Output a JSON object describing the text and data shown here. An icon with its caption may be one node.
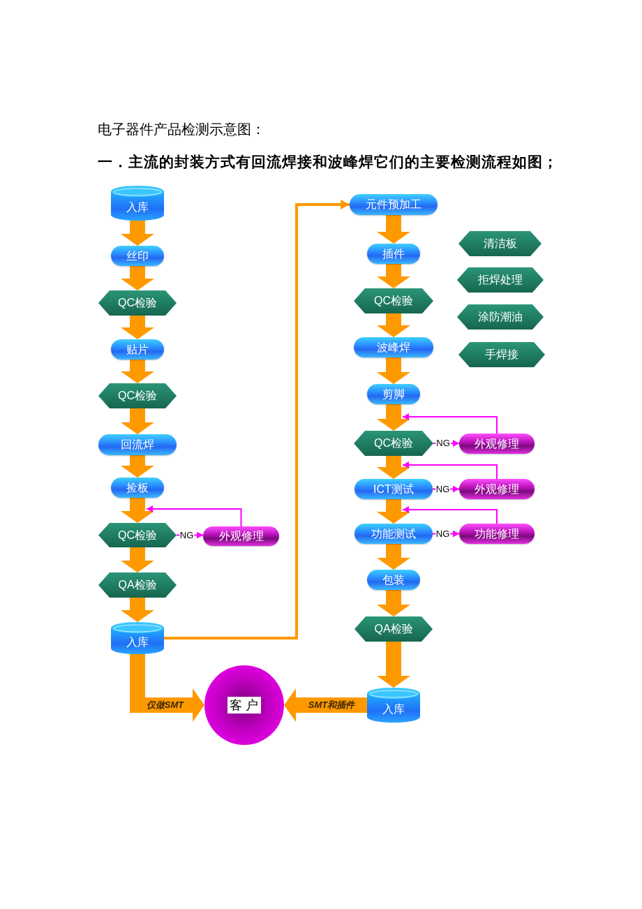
{
  "diagram": {
    "title": "电子器件产品检测示意图：",
    "nodes": [
      {
        "text": [
          "入库"
        ]
      },
      {
        "text": [
          "丝印"
        ]
      },
      {
        "text": [
          "QC检验"
        ]
      },
      {
        "text": [
          "贴片"
        ]
      },
      {
        "text": [
          "QC检验"
        ]
      },
      {
        "text": [
          "回流焊"
        ]
      },
      {
        "text": [
          "捡板"
        ]
      },
      {
        "text": [
          "QC检验"
        ]
      },
      {
        "text": [
          "外观修理"
        ]
      },
      {
        "text": [
          "QA检验"
        ]
      },
      {
        "text": [
          "入库"
        ]
      },
      {
        "text": [
          "客 户"
        ]
      },
      {
        "text": [
          "元件预加工"
        ]
      },
      {
        "text": [
          "插件"
        ]
      },
      {
        "text": [
          "QC检验"
        ]
      },
      {
        "text": [
          "波峰焊"
        ]
      },
      {
        "text": [
          "剪脚"
        ]
      },
      {
        "text": [
          "QC检验"
        ]
      },
      {
        "text": [
          "外观修理"
        ]
      },
      {
        "text": [
          "ICT测试"
        ]
      },
      {
        "text": [
          "外观修理"
        ]
      },
      {
        "text": [
          "功能测试"
        ]
      },
      {
        "text": [
          "功能修理"
        ]
      },
      {
        "text": [
          "包装"
        ]
      },
      {
        "text": [
          "QA检验"
        ]
      },
      {
        "text": [
          "入库"
        ]
      },
      {
        "text": [
          "清洁板"
        ]
      },
      {
        "text": [
          "拒焊处理"
        ]
      },
      {
        "text": [
          "涂防潮油"
        ]
      },
      {
        "text": [
          "手焊接"
        ]
      }
    ],
    "edges": [
      {
        "from": 0,
        "to": 1,
        "arrow": "to"
      },
      {
        "from": 1,
        "to": 2,
        "arrow": "to"
      },
      {
        "from": 2,
        "to": 3,
        "arrow": "to"
      },
      {
        "from": 3,
        "to": 4,
        "arrow": "to"
      },
      {
        "from": 4,
        "to": 5,
        "arrow": "to"
      },
      {
        "from": 5,
        "to": 6,
        "arrow": "to"
      },
      {
        "from": 6,
        "to": 7,
        "arrow": "to"
      },
      {
        "from": 7,
        "to": 8,
        "arrow": "to",
        "label": "NG",
        "color": "#ff00ff"
      },
      {
        "from": 8,
        "to": 7,
        "arrow": "to",
        "color": "#ff00ff"
      },
      {
        "from": 7,
        "to": 9,
        "arrow": "to"
      },
      {
        "from": 9,
        "to": 10,
        "arrow": "to"
      },
      {
        "from": 10,
        "to": 12,
        "arrow": "to"
      },
      {
        "from": 12,
        "to": 13,
        "arrow": "to"
      },
      {
        "from": 13,
        "to": 14,
        "arrow": "to"
      },
      {
        "from": 14,
        "to": 15,
        "arrow": "to"
      },
      {
        "from": 15,
        "to": 16,
        "arrow": "to"
      },
      {
        "from": 16,
        "to": 17,
        "arrow": "to"
      },
      {
        "from": 17,
        "to": 18,
        "arrow": "to",
        "label": "NG",
        "color": "#ff00ff"
      },
      {
        "from": 18,
        "to": 17,
        "arrow": "to",
        "color": "#ff00ff"
      },
      {
        "from": 17,
        "to": 19,
        "arrow": "to"
      },
      {
        "from": 19,
        "to": 20,
        "arrow": "to",
        "label": "NG",
        "color": "#ff00ff"
      },
      {
        "from": 20,
        "to": 19,
        "arrow": "to",
        "color": "#ff00ff"
      },
      {
        "from": 19,
        "to": 21,
        "arrow": "to"
      },
      {
        "from": 21,
        "to": 22,
        "arrow": "to",
        "label": "NG",
        "color": "#ff00ff"
      },
      {
        "from": 22,
        "to": 21,
        "arrow": "to",
        "color": "#ff00ff"
      },
      {
        "from": 21,
        "to": 23,
        "arrow": "to"
      },
      {
        "from": 23,
        "to": 24,
        "arrow": "to"
      },
      {
        "from": 24,
        "to": 25,
        "arrow": "to"
      },
      {
        "from": 10,
        "to": 11,
        "arrow": "to",
        "label": "仅做SMT"
      },
      {
        "from": 25,
        "to": 11,
        "arrow": "to",
        "label": "SMT和插件"
      }
    ],
    "labels": [
      "一．主流的封装方式有回流焊接和波峰焊它们的主要检测流程如图；"
    ]
  }
}
